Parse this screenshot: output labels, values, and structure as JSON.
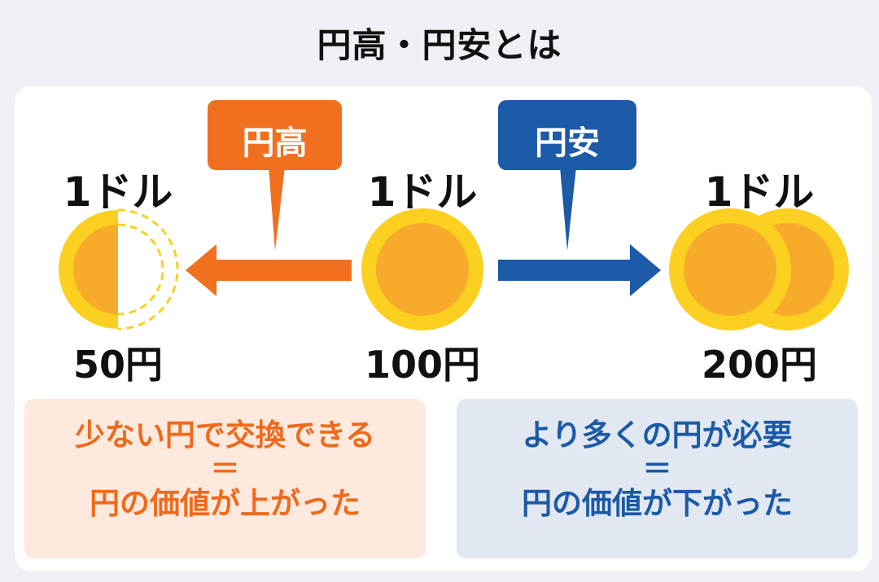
{
  "title": "円高・円安とは",
  "colors": {
    "strong_yen": "#f07020",
    "weak_yen": "#1d5aa8",
    "coin_fill": "#f8ab2a",
    "coin_rim": "#fbd020",
    "strong_box_bg": "#fde9dd",
    "weak_box_bg": "#e2e8f2"
  },
  "bubbles": {
    "strong": {
      "label": "円高"
    },
    "weak": {
      "label": "円安"
    }
  },
  "scenarios": {
    "left": {
      "dollar": "1ドル",
      "yen": "50円"
    },
    "center": {
      "dollar": "1ドル",
      "yen": "100円"
    },
    "right": {
      "dollar": "1ドル",
      "yen": "200円"
    }
  },
  "explanations": {
    "strong": {
      "line1": "少ない円で交換できる",
      "equals": "＝",
      "line2": "円の価値が上がった"
    },
    "weak": {
      "line1": "より多くの円が必要",
      "equals": "＝",
      "line2": "円の価値が下がった"
    }
  },
  "icons": {
    "left_arrow": "arrow-left-icon",
    "right_arrow": "arrow-right-icon",
    "coin": "coin-icon"
  }
}
